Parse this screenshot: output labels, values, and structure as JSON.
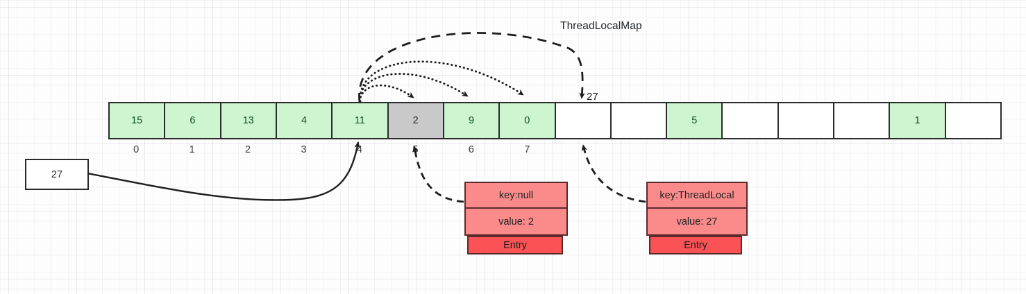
{
  "title": "ThreadLocalMap",
  "colors": {
    "cell_occupied": "#ccf5d0",
    "cell_stale": "#c9c9c9",
    "cell_empty": "#ffffff",
    "entry_field": "#fb8b8b",
    "entry_label": "#fb5355",
    "stroke": "#2b2b2b"
  },
  "array": {
    "cells": [
      {
        "value": "15",
        "state": "green"
      },
      {
        "value": "6",
        "state": "green"
      },
      {
        "value": "13",
        "state": "green"
      },
      {
        "value": "4",
        "state": "green"
      },
      {
        "value": "11",
        "state": "green"
      },
      {
        "value": "2",
        "state": "gray"
      },
      {
        "value": "9",
        "state": "green"
      },
      {
        "value": "0",
        "state": "green"
      },
      {
        "value": "",
        "state": "empty"
      },
      {
        "value": "",
        "state": "empty"
      },
      {
        "value": "5",
        "state": "green"
      },
      {
        "value": "",
        "state": "empty"
      },
      {
        "value": "",
        "state": "empty"
      },
      {
        "value": "",
        "state": "empty"
      },
      {
        "value": "1",
        "state": "green"
      },
      {
        "value": "",
        "state": "empty"
      }
    ],
    "indices": [
      "0",
      "1",
      "2",
      "3",
      "4",
      "5",
      "6",
      "7",
      "",
      "",
      "",
      "",
      "",
      "",
      "",
      ""
    ]
  },
  "source": {
    "value": "27"
  },
  "bucket8_label": "27",
  "entries": [
    {
      "id": "entry-null",
      "key": "key:null",
      "value": "value: 2",
      "label": "Entry"
    },
    {
      "id": "entry-threadlocal",
      "key": "key:ThreadLocal",
      "value": "value: 27",
      "label": "Entry"
    }
  ]
}
